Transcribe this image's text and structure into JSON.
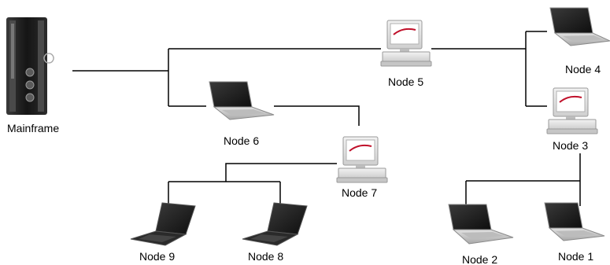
{
  "diagram": {
    "nodes": {
      "mainframe": {
        "label": "Mainframe",
        "type": "mainframe"
      },
      "node5": {
        "label": "Node 5",
        "type": "desktop"
      },
      "node6": {
        "label": "Node 6",
        "type": "laptop"
      },
      "node7": {
        "label": "Node 7",
        "type": "desktop"
      },
      "node4": {
        "label": "Node 4",
        "type": "laptop"
      },
      "node3": {
        "label": "Node 3",
        "type": "desktop"
      },
      "node9": {
        "label": "Node 9",
        "type": "laptop-black"
      },
      "node8": {
        "label": "Node 8",
        "type": "laptop-black"
      },
      "node2": {
        "label": "Node 2",
        "type": "laptop"
      },
      "node1": {
        "label": "Node 1",
        "type": "laptop"
      }
    },
    "connections": [
      [
        "mainframe",
        "node5"
      ],
      [
        "mainframe",
        "node6"
      ],
      [
        "node6",
        "node7"
      ],
      [
        "node5",
        "node4"
      ],
      [
        "node5",
        "node3"
      ],
      [
        "node7",
        "node9"
      ],
      [
        "node7",
        "node8"
      ],
      [
        "node3",
        "node2"
      ],
      [
        "node3",
        "node1"
      ]
    ],
    "colors": {
      "line": "#000000",
      "mainframe_body": "#1b1b1b",
      "monitor": "#e6e6e6",
      "screen_accent": "#c0102a",
      "laptop_body": "#d4d4d4",
      "laptop_screen": "#1e1e1e"
    }
  }
}
